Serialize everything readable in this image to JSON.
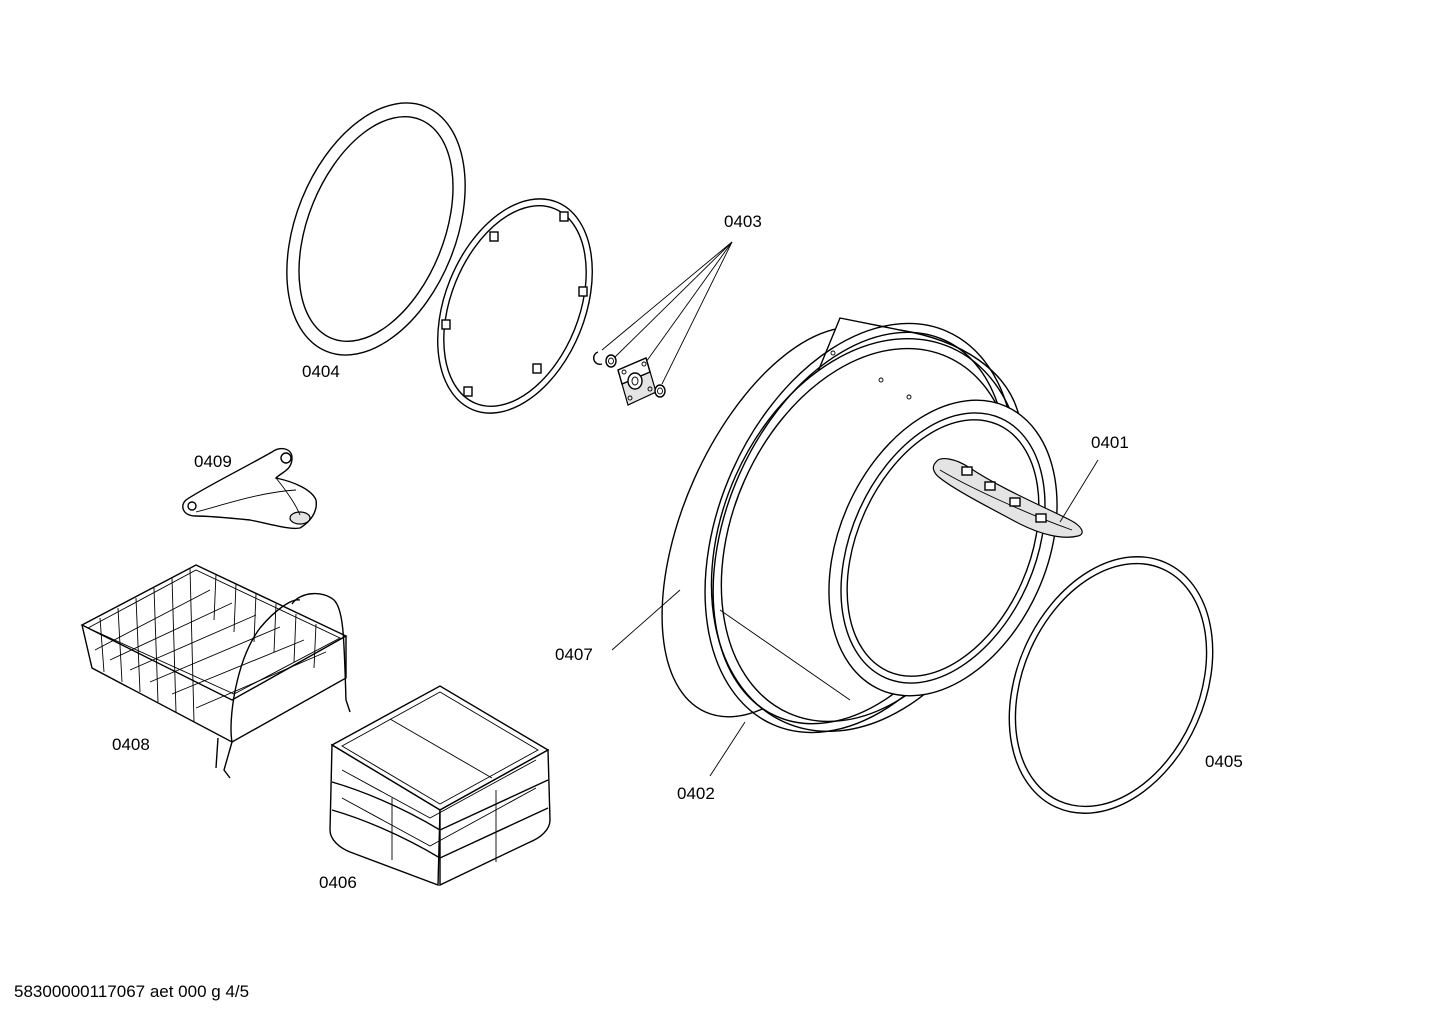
{
  "footer": {
    "doc_code": "58300000117067 aet 000 g 4/5"
  },
  "parts": {
    "p0401": "0401",
    "p0402": "0402",
    "p0403": "0403",
    "p0404": "0404",
    "p0405": "0405",
    "p0406": "0406",
    "p0407": "0407",
    "p0408": "0408",
    "p0409": "0409"
  }
}
